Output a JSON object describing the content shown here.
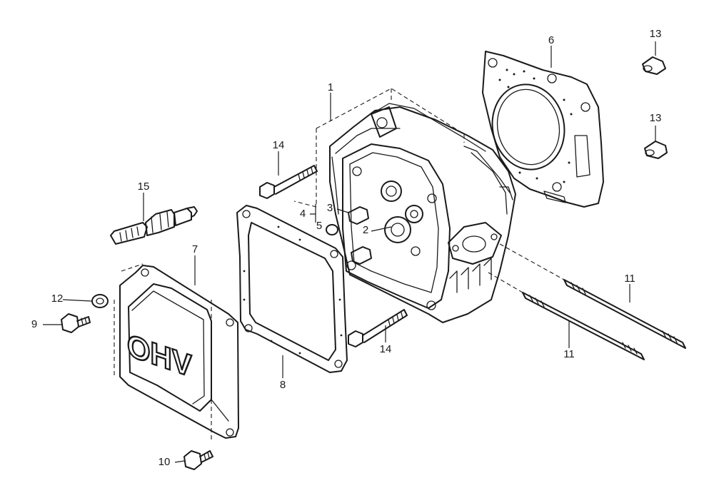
{
  "cover_lettering": "OHV",
  "callouts": [
    {
      "id": "c1",
      "text": "1"
    },
    {
      "id": "c2",
      "text": "2"
    },
    {
      "id": "c3",
      "text": "3"
    },
    {
      "id": "c4",
      "text": "4"
    },
    {
      "id": "c5",
      "text": "5"
    },
    {
      "id": "c6",
      "text": "6"
    },
    {
      "id": "c7",
      "text": "7"
    },
    {
      "id": "c8",
      "text": "8"
    },
    {
      "id": "c9",
      "text": "9"
    },
    {
      "id": "c10",
      "text": "10"
    },
    {
      "id": "c11a",
      "text": "11"
    },
    {
      "id": "c11b",
      "text": "11"
    },
    {
      "id": "c12",
      "text": "12"
    },
    {
      "id": "c13a",
      "text": "13"
    },
    {
      "id": "c13b",
      "text": "13"
    },
    {
      "id": "c14a",
      "text": "14"
    },
    {
      "id": "c14b",
      "text": "14"
    },
    {
      "id": "c15",
      "text": "15"
    }
  ]
}
